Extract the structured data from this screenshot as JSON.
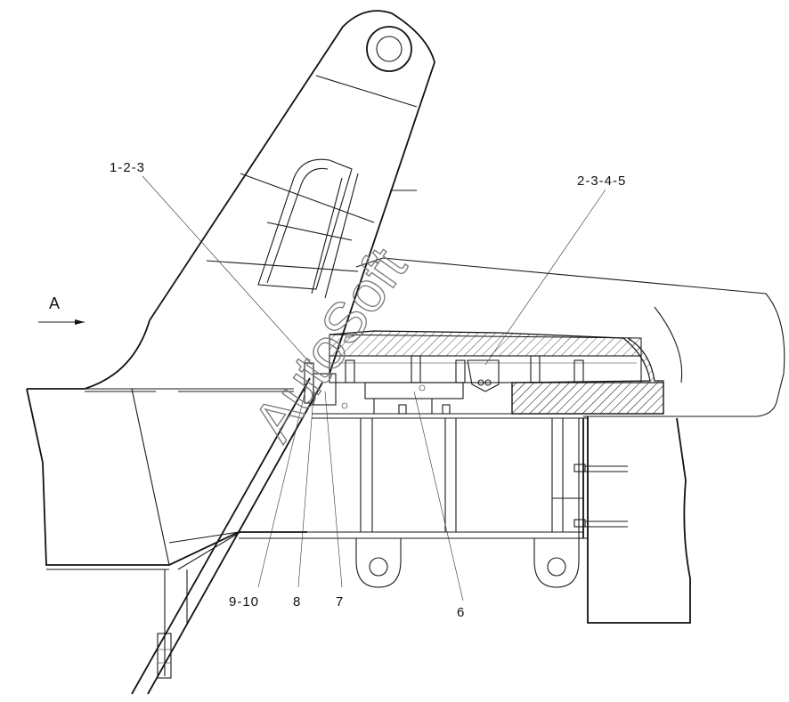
{
  "drawing": {
    "view_label": "A",
    "watermark": "AutoSoft",
    "callouts": [
      {
        "id": "c1",
        "text": "1-2-3"
      },
      {
        "id": "c2",
        "text": "2-3-4-5"
      },
      {
        "id": "c3",
        "text": "9-10"
      },
      {
        "id": "c4",
        "text": "8"
      },
      {
        "id": "c5",
        "text": "7"
      },
      {
        "id": "c6",
        "text": "6"
      }
    ]
  }
}
